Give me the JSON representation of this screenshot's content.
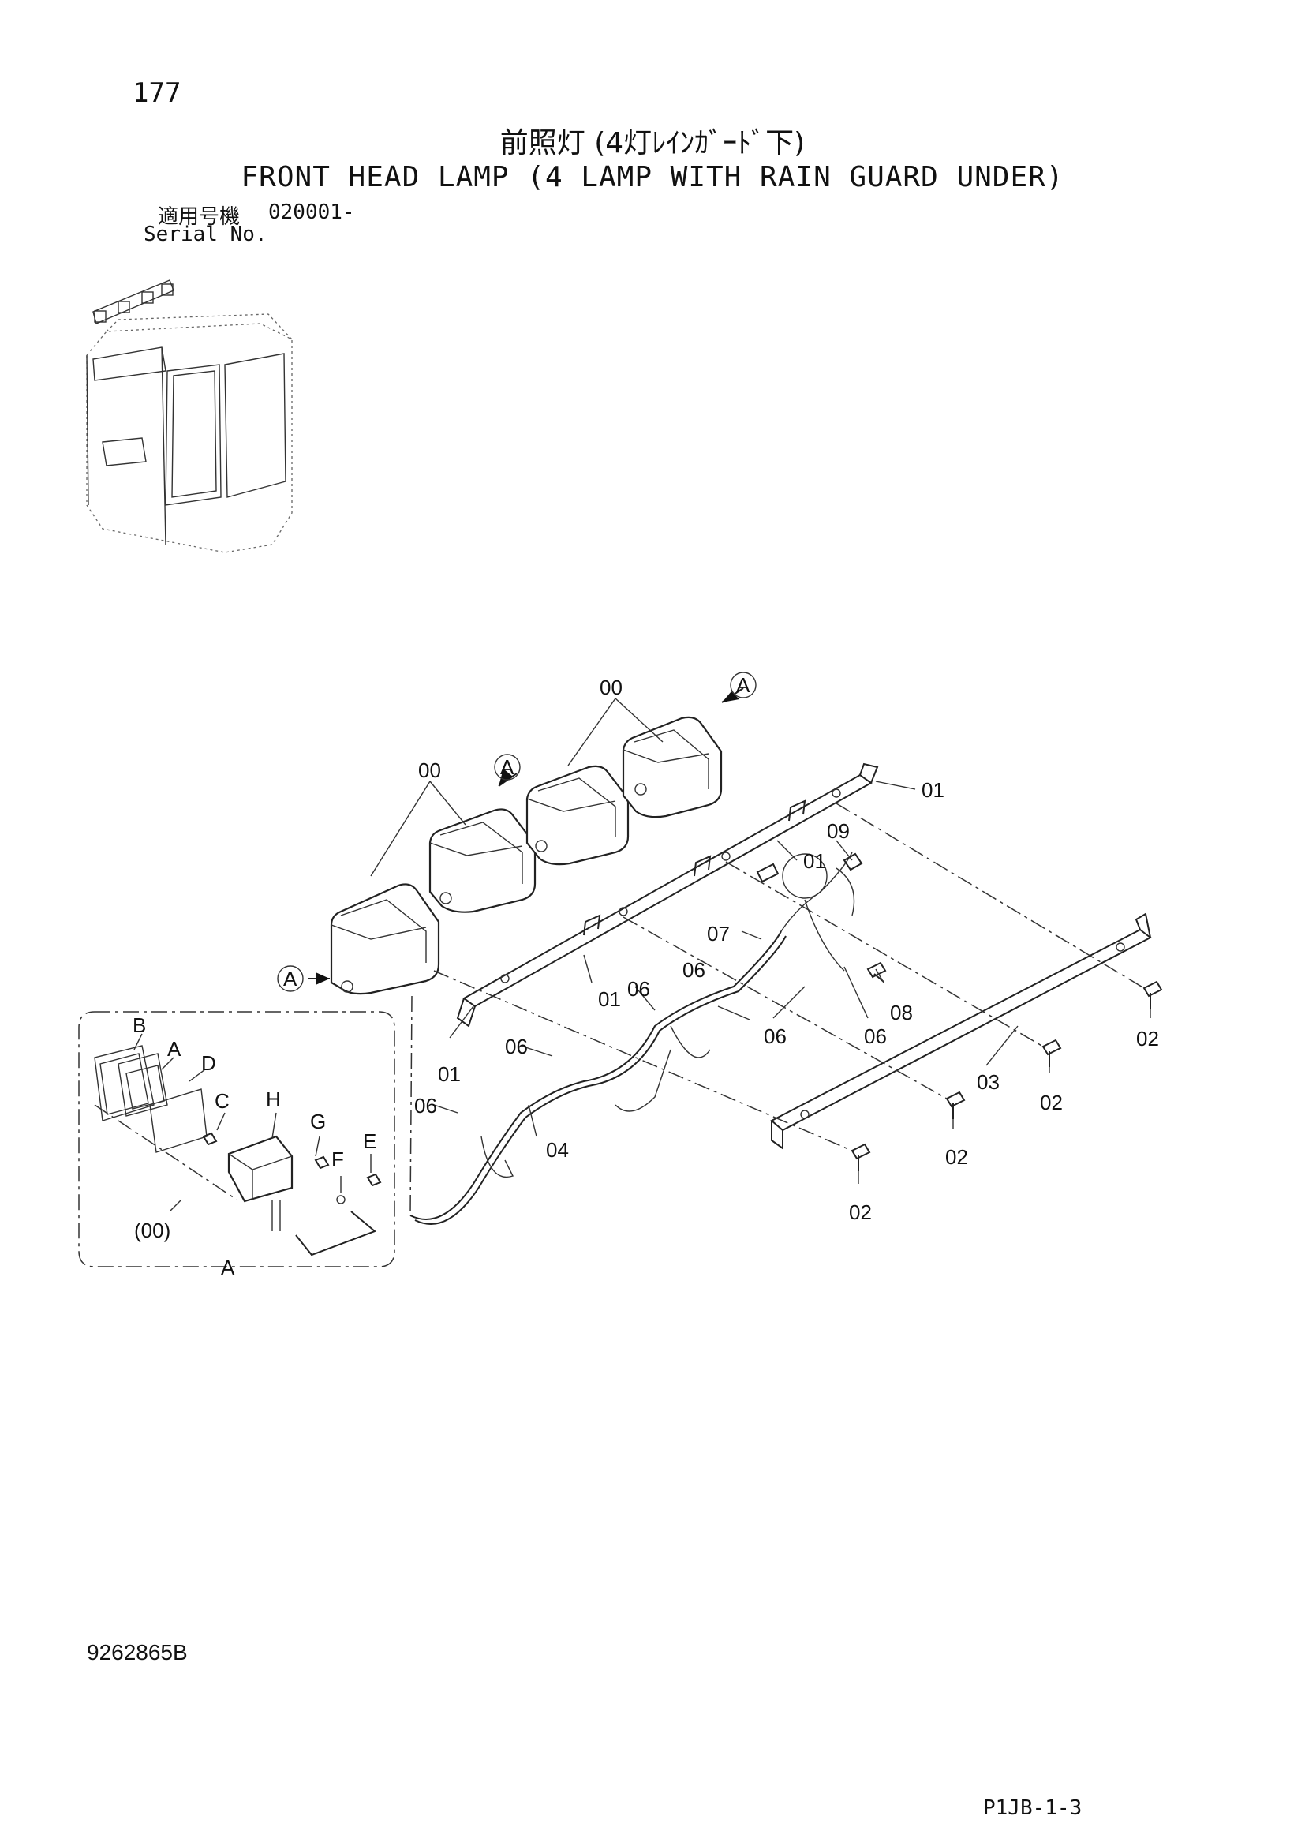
{
  "header": {
    "page_number": "177",
    "title_jp": "前照灯 (4灯ﾚｲﾝｶﾞｰﾄﾞ下)",
    "title_en": "FRONT HEAD LAMP (4 LAMP WITH RAIN GUARD UNDER)",
    "serial_label_jp": "適用号機",
    "serial_value": "020001-",
    "serial_label_en": "Serial No."
  },
  "footer": {
    "drawing_number": "9262865B",
    "page_code": "P1JB-1-3"
  },
  "callouts": {
    "main": {
      "lamp_top": "00",
      "lamp_left": "00",
      "ref_a_top": "A",
      "ref_a_mid": "A",
      "ref_a_left": "A",
      "bracket_right": "01",
      "bracket_mid": "01",
      "bracket_lower": "01",
      "bracket_left": "01",
      "clip_09": "09",
      "bracket_07": "07",
      "clip_06_a": "06",
      "clip_06_b": "06",
      "clip_06_c": "06",
      "clip_06_d": "06",
      "clip_06_e": "06",
      "clip_06_f": "06",
      "bolt_08": "08",
      "bolt_02_a": "02",
      "bolt_02_b": "02",
      "bolt_02_c": "02",
      "bolt_02_d": "02",
      "bar_03": "03",
      "harness_04": "04"
    },
    "detail": {
      "B": "B",
      "A": "A",
      "D": "D",
      "C": "C",
      "H": "H",
      "G": "G",
      "F": "F",
      "E": "E",
      "assembly": "(00)",
      "view": "A"
    }
  }
}
